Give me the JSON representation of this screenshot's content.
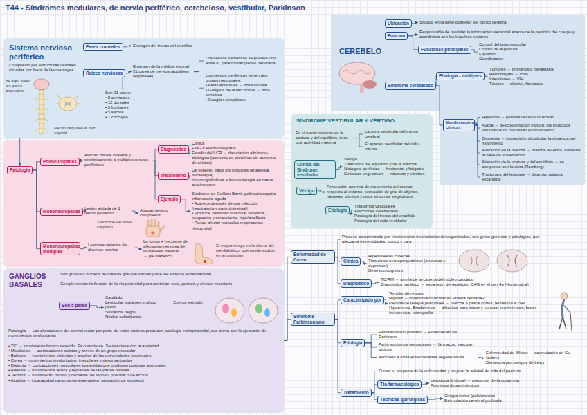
{
  "diagram": {
    "title": "T44 - Síndromes medulares, de nervio periférico, cerebeloso, vestibular, Parkinson",
    "nodes": [
      {
        "text": [
          "Sistema nervioso periférico",
          "Compuesto por estructuras neurales situadas por fuera de las meninges"
        ]
      },
      {
        "text": [
          "Pares craneales"
        ],
        "in": 0
      },
      {
        "text": [
          "Emergen del tronco del encéfalo"
        ],
        "in": 0
      },
      {
        "text": [
          "Raíces nerviosas"
        ],
        "in": 0
      },
      {
        "text": [
          "Emergen de la médula espinal",
          "31 pares de nervios raquídeos (espinales)"
        ],
        "in": 0
      },
      {
        "text": [
          "Los nervios periféricos se pueden unir entre sí, para formar plexos nerviosos"
        ],
        "in": 0
      },
      {
        "text": [
          "Los nervios periféricos tienen dos grupos neuronales:",
          "• Astas anteriores → fibra motora",
          "• Ganglios de la raíz dorsal → fibra sensitiva",
          "• Ganglios simpáticos"
        ],
        "in": 0
      },
      {
        "text": [
          "Son 31 pares:",
          "• 8 cervicales",
          "• 12 dorsales",
          "• 5 lumbares",
          "• 5 sacros",
          "• 1 coccígeo"
        ],
        "in": 0
      },
      {
        "text": [
          "Patología"
        ]
      },
      {
        "text": [
          "Polineuropatías"
        ]
      },
      {
        "text": [
          "Afectan difusa, bilateral y simétricamente a múltiples nervios periféricos"
        ]
      },
      {
        "text": [
          "Diagnóstico"
        ]
      },
      {
        "text": [
          "Clínica",
          "EMG = electromiografía",
          "Estudio del LCR → disociación albúmino-citológica (aumento de proteínas sin aumento de células)"
        ]
      },
      {
        "text": [
          "Tratamiento"
        ]
      },
      {
        "text": [
          "De soporte: tratar los síntomas (analgesia, fisioterapia)",
          "Inmunoglobulinas e inmunoterapia en casos autoinmunes"
        ]
      },
      {
        "text": [
          "Ejemplo"
        ]
      },
      {
        "text": [
          "Síndrome de Guillain-Barré: polirradiculopatía inflamatoria aguda",
          "• Aparece después de una infección (respiratoria y gastrointestinal)",
          "• Produce: debilidad muscular simétrica, progresiva y ascendente; hipo/arreflexia",
          "• Puede afectar músculos respiratorios → riesgo vital"
        ]
      },
      {
        "text": [
          "Mononeuropatías"
        ]
      },
      {
        "text": [
          "Lesión aislada de 1 nervio periférico"
        ]
      },
      {
        "text": [
          "Atrapamiento o compresión"
        ]
      },
      {
        "text": [
          "Mononeuropatías múltiples"
        ]
      },
      {
        "text": [
          "Lesiones aisladas de diversos nervios"
        ]
      },
      {
        "text": [
          "La forma + frecuente de afectación nerviosa de la diabetes mellitus",
          "→ pie diabético"
        ]
      },
      {
        "text": [
          "GANGLIOS BASALES"
        ]
      },
      {
        "text": [
          "Son grupos o núcleos de materia gris que forman parte del sistema extrapiramidal"
        ],
        "in": 23
      },
      {
        "text": [
          "Complementan la función de la vía piramidal para controlar: tono, postura y el mov. voluntario"
        ],
        "in": 23
      },
      {
        "text": [
          "Son 5 pares"
        ],
        "in": 23
      },
      {
        "text": [
          "Caudado",
          "Lenticular: putamen y globo pálido",
          "Sustancia negra",
          "Núcleo subtalámico"
        ],
        "in": 23
      },
      {
        "text": [
          "Patología → Las alteraciones del control motor por parte de estos núcleos producen patología extrapiramidal, que cursa con la ejecución de movimientos involuntarios"
        ],
        "in": 23
      },
      {
        "text": [
          "• TIC → movimiento brusco repetido. Es consciente. Se relaciona con la ansiedad",
          "• Mioclonías → contracciones súbitas y breves de un grupo muscular",
          "• Balismo → movimientos violentos y amplios de las extremidades proximales",
          "• Corea → movimientos involuntarios, irregulares y desorganizados",
          "• Distonía → contracciones musculares sostenidas que producen posturas anormales",
          "• Atetosis → movimientos lentos y reptantes de las partes distales",
          "• Temblor → movimiento rítmico y oscilante: de reposo, postural o de acción",
          "• Acatisia → incapacidad para mantenerse quieto, sensación de inquietud"
        ],
        "in": 23
      },
      {
        "text": [
          "CEREBELO"
        ]
      },
      {
        "text": [
          "Ubicación"
        ],
        "in": 30
      },
      {
        "text": [
          "Situado en la parte posterior del tronco cerebral"
        ],
        "in": 30
      },
      {
        "text": [
          "Función"
        ],
        "in": 30
      },
      {
        "text": [
          "Responsable de modular la información sensorial acerca de la posición del cuerpo y coordinarla con los impulsos motores"
        ],
        "in": 30
      },
      {
        "text": [
          "Funciones principales"
        ],
        "in": 30
      },
      {
        "text": [
          "Control del tono muscular",
          "Control de la postura",
          "Equilibrio",
          "Coordinación"
        ],
        "in": 30
      },
      {
        "text": [
          "Síndrome cerebeloso"
        ],
        "in": 30
      },
      {
        "text": [
          "Etiología - múltiples"
        ],
        "in": 30
      },
      {
        "text": [
          "Tumores → primarios o metástasis",
          "Hemorragias → ictus",
          "Infecciones → VIH",
          "Tóxicos → alcohol, fármacos"
        ],
        "in": 30
      },
      {
        "text": [
          "Manifestaciones clínicas"
        ],
        "in": 30
      },
      {
        "text": [
          "Hipotonía → pérdida del tono muscular"
        ],
        "in": 30
      },
      {
        "text": [
          "Ataxia → descoordinación motora: los músculos voluntarios no coordinan el movimiento"
        ],
        "in": 30
      },
      {
        "text": [
          "Dismetría → imprecisión al calcular la distancia del movimiento"
        ],
        "in": 30
      },
      {
        "text": [
          "Alteración en la marcha → marcha de ebrio, aumenta la base de sustentación"
        ],
        "in": 30
      },
      {
        "text": [
          "Alteración de la postura y del equilibrio → se compensa con la vista (Romberg)"
        ],
        "in": 30
      },
      {
        "text": [
          "Trastornos del lenguaje → disartria, palabra escandida"
        ],
        "in": 30
      },
      {
        "text": [
          "SÍNDROME VESTIBULAR Y VÉRTIGO"
        ]
      },
      {
        "text": [
          "Es el mantenimiento de la postura y del equilibrio, tiene una actividad máxima"
        ],
        "in": 47
      },
      {
        "text": [
          "La zona vestibular del tronco cerebral"
        ],
        "in": 47
      },
      {
        "text": [
          "El aparato vestibular del oído interno"
        ],
        "in": 47
      },
      {
        "text": [
          "Clínica del Síndrome vestibular"
        ],
        "in": 47
      },
      {
        "text": [
          "Vértigo",
          "Trastornos del equilibrio y de la marcha",
          "Nistagmo periférico → horizontal y fatigable",
          "Síntomas vegetativos → náuseas y vómitos"
        ],
        "in": 47
      },
      {
        "text": [
          "Vértigo"
        ],
        "in": 47
      },
      {
        "text": [
          "Percepción anormal de movimiento del cuerpo respecto al entorno: sensación de giro de objetos, náuseas, vómitos y otros síntomas vegetativos"
        ],
        "in": 47
      },
      {
        "text": [
          "Etiología"
        ],
        "in": 47
      },
      {
        "text": [
          "Trastornos vasculares",
          "Afecciones cerebelosas",
          "Patología del tronco del encéfalo",
          "Patología del oído vestibular"
        ],
        "in": 47
      },
      {
        "text": [
          "Enfermedad de Corea"
        ]
      },
      {
        "text": [
          "Proceso caracterizado por movimientos involuntarios desorganizados, con gesto grotesco y patológico, que afectan a extremidades, tronco y cara"
        ]
      },
      {
        "text": [
          "Clínica"
        ]
      },
      {
        "text": [
          "Hiperkinesias coreicas",
          "Trastornos neuropsiquiátricos (ansiedad y depresión)",
          "Deterioro cognitivo"
        ]
      },
      {
        "text": [
          "Diagnóstico"
        ]
      },
      {
        "text": [
          "TC/RM → atrofia de la cabeza del núcleo caudado",
          "Diagnóstico genético → expansión de repetición CAG en el gen 4p (Huntingtina)"
        ]
      },
      {
        "text": [
          "Síndrome Parkinsoniano"
        ]
      },
      {
        "text": [
          "Caracterizado por"
        ]
      },
      {
        "text": [
          "Temblor de reposo",
          "Rigidez → hipertonía muscular en «rueda dentada»",
          "Pérdida de reflejos posturales → marcha a pasos cortos, tendencia a caer",
          "Hipocinesia, Bradicinesia → dificultad para iniciar y ejecutar movimientos; facies inexpresiva, micrografía"
        ]
      },
      {
        "text": [
          "Etiología"
        ]
      },
      {
        "text": [
          "Parkinsonismo primario → Enfermedad de Parkinson"
        ]
      },
      {
        "text": [
          "Parkinsonismos secundarios → fármacos, vascular, tóxicos"
        ]
      },
      {
        "text": [
          "Asociado a otras enfermedades degenerativas"
        ]
      },
      {
        "text": [
          "Enfermedad de Wilson → acumulación de Cu (cobre)",
          "Demencia por cuerpos de Lewy"
        ]
      },
      {
        "text": [
          "Tratamiento"
        ]
      },
      {
        "text": [
          "Frenar el progreso de la enfermedad y mejorar la calidad de vida del paciente"
        ]
      },
      {
        "text": [
          "Tto farmacológico"
        ]
      },
      {
        "text": [
          "Levodopa (L-dopa) → precursor de la dopamina",
          "Agonistas dopaminérgicos"
        ]
      },
      {
        "text": [
          "Técnicas quirúrgicas"
        ]
      },
      {
        "text": [
          "Cirugía lesiva (palidotomía)",
          "Estimulación cerebral profunda"
        ]
      }
    ],
    "edges": [
      {
        "from": 1,
        "to": 2,
        "arrow": "to"
      },
      {
        "from": 3,
        "to": 4,
        "arrow": "to"
      },
      {
        "from": 4,
        "to": 5,
        "arrow": "none"
      },
      {
        "from": 4,
        "to": 6,
        "arrow": "none"
      },
      {
        "from": 3,
        "to": 7,
        "arrow": "none"
      },
      {
        "from": 0,
        "to": 8,
        "arrow": "to"
      },
      {
        "from": 8,
        "to": 9,
        "arrow": "none"
      },
      {
        "from": 8,
        "to": 17,
        "arrow": "none"
      },
      {
        "from": 8,
        "to": 20,
        "arrow": "none"
      },
      {
        "from": 9,
        "to": 10,
        "arrow": "to"
      },
      {
        "from": 10,
        "to": 11,
        "arrow": "none"
      },
      {
        "from": 10,
        "to": 13,
        "arrow": "none"
      },
      {
        "from": 10,
        "to": 15,
        "arrow": "none"
      },
      {
        "from": 11,
        "to": 12,
        "arrow": "to"
      },
      {
        "from": 13,
        "to": 14,
        "arrow": "to"
      },
      {
        "from": 15,
        "to": 16,
        "arrow": "to"
      },
      {
        "from": 17,
        "to": 18,
        "arrow": "to"
      },
      {
        "from": 18,
        "to": 19,
        "arrow": "to"
      },
      {
        "from": 20,
        "to": 21,
        "arrow": "to"
      },
      {
        "from": 21,
        "to": 22,
        "arrow": "to"
      },
      {
        "from": 26,
        "to": 27,
        "arrow": "to"
      },
      {
        "from": 23,
        "to": 57,
        "arrow": "none"
      },
      {
        "from": 23,
        "to": 63,
        "arrow": "none"
      },
      {
        "from": 31,
        "to": 32,
        "arrow": "to"
      },
      {
        "from": 33,
        "to": 34,
        "arrow": "to"
      },
      {
        "from": 33,
        "to": 35,
        "arrow": "none"
      },
      {
        "from": 35,
        "to": 36,
        "arrow": "none"
      },
      {
        "from": 37,
        "to": 38,
        "arrow": "none"
      },
      {
        "from": 38,
        "to": 39,
        "arrow": "none"
      },
      {
        "from": 37,
        "to": 40,
        "arrow": "none"
      },
      {
        "from": 40,
        "to": 41,
        "arrow": "none"
      },
      {
        "from": 40,
        "to": 42,
        "arrow": "none"
      },
      {
        "from": 40,
        "to": 43,
        "arrow": "none"
      },
      {
        "from": 40,
        "to": 44,
        "arrow": "none"
      },
      {
        "from": 40,
        "to": 45,
        "arrow": "none"
      },
      {
        "from": 40,
        "to": 46,
        "arrow": "none"
      },
      {
        "from": 48,
        "to": 49,
        "arrow": "none"
      },
      {
        "from": 48,
        "to": 50,
        "arrow": "none"
      },
      {
        "from": 51,
        "to": 52,
        "arrow": "to"
      },
      {
        "from": 53,
        "to": 54,
        "arrow": "to"
      },
      {
        "from": 55,
        "to": 56,
        "arrow": "to"
      },
      {
        "from": 57,
        "to": 58,
        "arrow": "none"
      },
      {
        "from": 57,
        "to": 59,
        "arrow": "none"
      },
      {
        "from": 57,
        "to": 61,
        "arrow": "none"
      },
      {
        "from": 59,
        "to": 60,
        "arrow": "to"
      },
      {
        "from": 61,
        "to": 62,
        "arrow": "to"
      },
      {
        "from": 63,
        "to": 64,
        "arrow": "none"
      },
      {
        "from": 64,
        "to": 65,
        "arrow": "to"
      },
      {
        "from": 63,
        "to": 66,
        "arrow": "none"
      },
      {
        "from": 66,
        "to": 67,
        "arrow": "none"
      },
      {
        "from": 66,
        "to": 68,
        "arrow": "none"
      },
      {
        "from": 66,
        "to": 69,
        "arrow": "none"
      },
      {
        "from": 69,
        "to": 70,
        "arrow": "to"
      },
      {
        "from": 63,
        "to": 71,
        "arrow": "none"
      },
      {
        "from": 71,
        "to": 72,
        "arrow": "none"
      },
      {
        "from": 71,
        "to": 73,
        "arrow": "none"
      },
      {
        "from": 71,
        "to": 75,
        "arrow": "none"
      },
      {
        "from": 73,
        "to": 74,
        "arrow": "to"
      },
      {
        "from": 75,
        "to": 76,
        "arrow": "to"
      }
    ],
    "labels": [
      "de aquí salen los pares craneales",
      "Nervio raquídeo = raíz espinal",
      "Síndrome del túnel carpiano",
      "El mayor riesgo es la úlcera del pie diabético, que puede acabar en amputación",
      "Cuerpo estriado"
    ]
  }
}
